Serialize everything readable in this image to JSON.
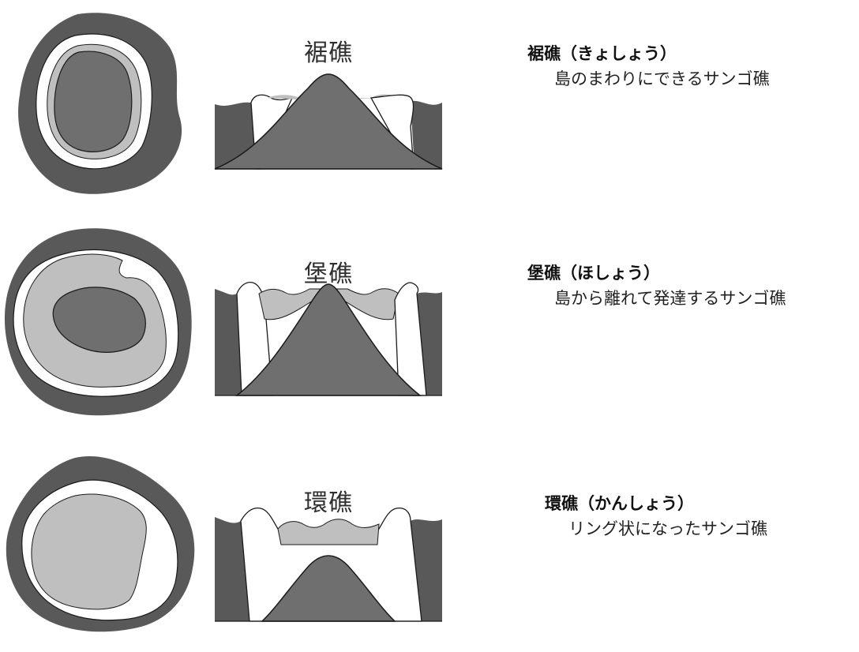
{
  "colors": {
    "sea_dark": "#595959",
    "island": "#6f6f6f",
    "lagoon": "#bfbfbf",
    "reef": "#ffffff",
    "outline": "#1a1a1a"
  },
  "sections": [
    {
      "title": "裾礁",
      "name": "裾礁（きょしょう）",
      "description": "島のまわりにできるサンゴ礁"
    },
    {
      "title": "堡礁",
      "name": "堡礁（ほしょう）",
      "description": "島から離れて発達するサンゴ礁"
    },
    {
      "title": "環礁",
      "name": "環礁（かんしょう）",
      "description": "リング状になったサンゴ礁"
    }
  ]
}
